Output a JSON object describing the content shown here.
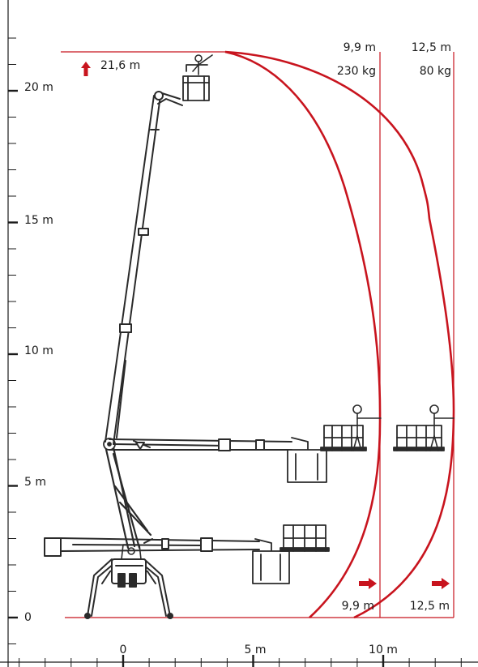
{
  "colors": {
    "accent": "#c8141e",
    "line": "#1a1a1a",
    "machine": "#2a2a2a"
  },
  "max_height": {
    "label": "21,6 m"
  },
  "y_axis": {
    "labels": [
      "0",
      "5 m",
      "10 m",
      "15 m",
      "20 m"
    ],
    "values": [
      0,
      5,
      10,
      15,
      20
    ],
    "range": [
      -1.6,
      22.8
    ]
  },
  "x_axis": {
    "labels": [
      "0",
      "5 m",
      "10 m"
    ],
    "values": [
      0,
      5,
      10
    ],
    "range": [
      -4.3,
      13.5
    ]
  },
  "outreach": [
    {
      "reach_label": "9,9 m",
      "load_label": "230 kg",
      "bottom_label": "9,9 m",
      "reach": 9.9
    },
    {
      "reach_label": "12,5 m",
      "load_label": "80 kg",
      "bottom_label": "12,5 m",
      "reach": 12.5
    }
  ],
  "icons": {
    "height_arrow": "arrow-up-icon",
    "reach_arrow": "arrow-right-icon",
    "operator": "operator-icon"
  }
}
